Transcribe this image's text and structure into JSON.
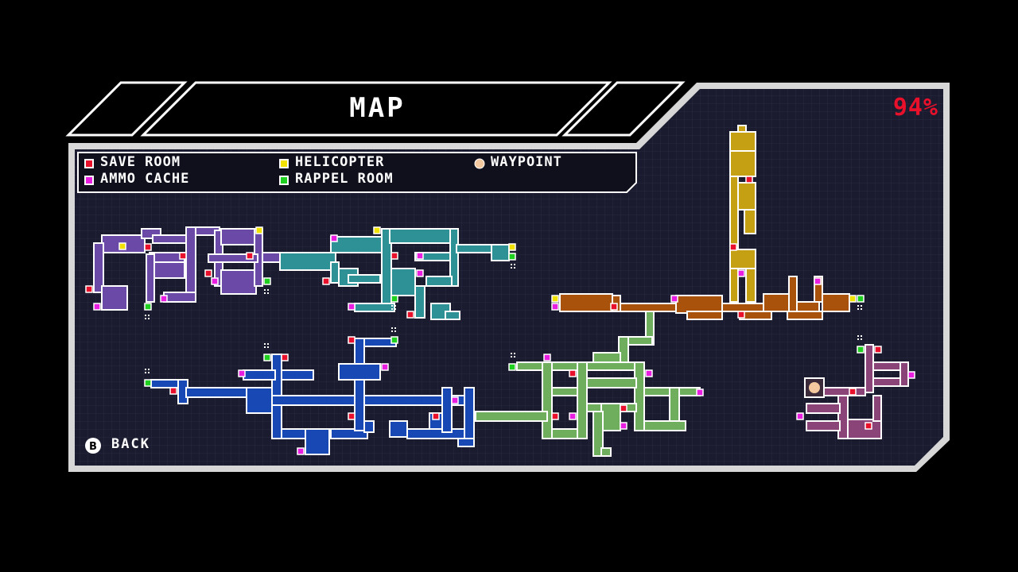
{
  "screen": {
    "title": "MAP",
    "completion": "94%"
  },
  "legend": [
    {
      "label": "SAVE ROOM",
      "marker": "save-marker",
      "color": "#e8102a"
    },
    {
      "label": "HELICOPTER",
      "marker": "helicopter-marker",
      "color": "#f2e200"
    },
    {
      "label": "WAYPOINT",
      "marker": "waypoint-marker",
      "color": "#f5c9a0"
    },
    {
      "label": "AMMO CACHE",
      "marker": "ammo-marker",
      "color": "#e81ee0"
    },
    {
      "label": "RAPPEL ROOM",
      "marker": "rappel-marker",
      "color": "#20d020"
    }
  ],
  "footer": {
    "back_button_glyph": "B",
    "back_label": "BACK"
  },
  "region_colors": {
    "west_wing": "#6a4aa6",
    "north_wing": "#2e9196",
    "tower": "#c4a012",
    "upper_corridor": "#a8520c",
    "central_depot": "#6fae5c",
    "lower_sector": "#1848b4",
    "east_annex": "#8a4478"
  }
}
